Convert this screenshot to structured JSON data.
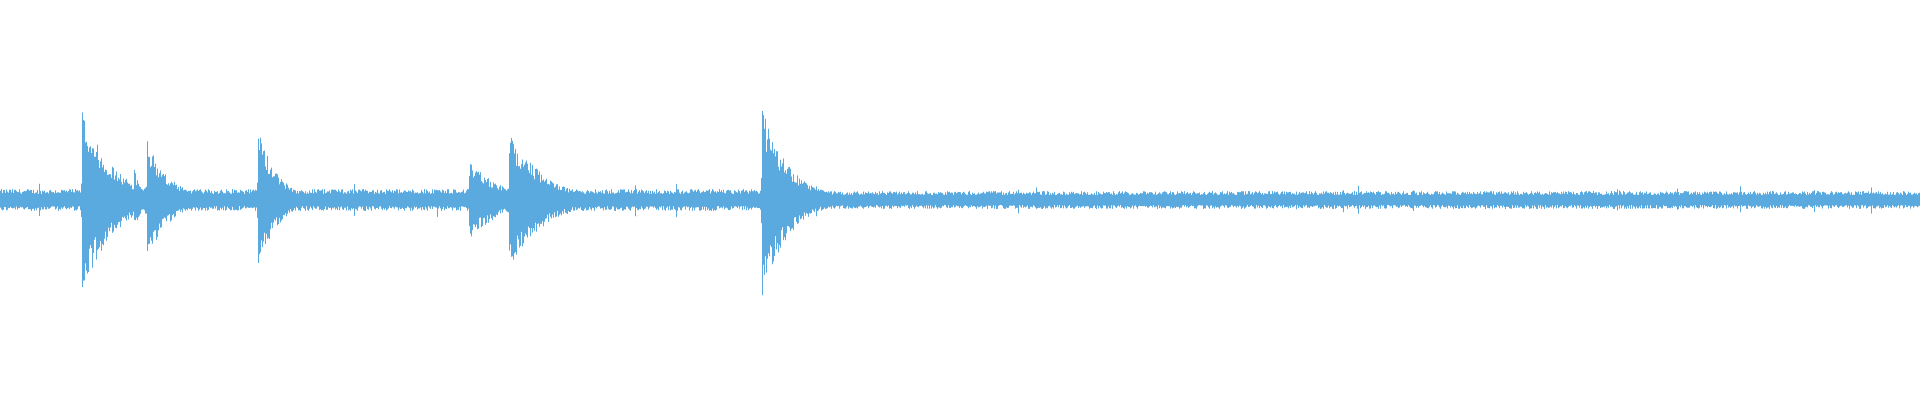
{
  "waveform": {
    "color": "#5aaae0",
    "background": "#ffffff",
    "duration_fraction_covered": 1.0,
    "baseline_fraction": 0.5,
    "noise_level": 0.055,
    "transients": [
      {
        "position": 0.0425,
        "peak_up": 0.46,
        "peak_down": 0.48,
        "decay": 0.016
      },
      {
        "position": 0.0695,
        "peak_up": 0.17,
        "peak_down": 0.17,
        "decay": 0.004
      },
      {
        "position": 0.0765,
        "peak_up": 0.3,
        "peak_down": 0.3,
        "decay": 0.012
      },
      {
        "position": 0.134,
        "peak_up": 0.37,
        "peak_down": 0.38,
        "decay": 0.01
      },
      {
        "position": 0.244,
        "peak_up": 0.2,
        "peak_down": 0.2,
        "decay": 0.018
      },
      {
        "position": 0.265,
        "peak_up": 0.35,
        "peak_down": 0.36,
        "decay": 0.018
      },
      {
        "position": 0.3965,
        "peak_up": 0.47,
        "peak_down": 0.49,
        "decay": 0.014
      }
    ],
    "quiet_section_start": 0.43,
    "quiet_noise_level": 0.045
  }
}
